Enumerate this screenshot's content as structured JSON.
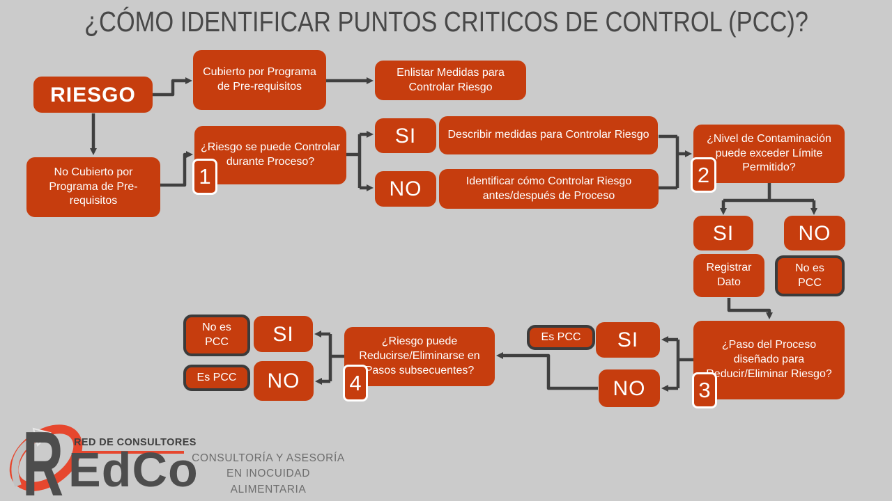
{
  "title": "¿CÓMO IDENTIFICAR PUNTOS CRITICOS DE CONTROL (PCC)?",
  "colors": {
    "box": "#C63D0E",
    "arrow": "#3F3F3F",
    "bg": "#CBCBCB",
    "title": "#484848",
    "outline": "#3B3B3B",
    "logo_orange": "#E6472E",
    "logo_gray": "#4D4D4D",
    "tagline": "#6E6E6E"
  },
  "nodes": {
    "riesgo": "RIESGO",
    "cubierto": "Cubierto por Programa de Pre-requisitos",
    "enlistar": "Enlistar Medidas para Controlar Riesgo",
    "no_cubierto": "No Cubierto por Programa de Pre-requisitos",
    "q1": "¿Riesgo se puede Controlar durante Proceso?",
    "q1_si": "SI",
    "q1_no": "NO",
    "describir": "Describir medidas para Controlar Riesgo",
    "identificar": "Identificar cómo Controlar Riesgo antes/después de Proceso",
    "q2": "¿Nivel de Contaminación puede exceder Límite Permitido?",
    "q2_si": "SI",
    "q2_no": "NO",
    "registrar": "Registrar Dato",
    "q2_no_result": "No es PCC",
    "q3": "¿Paso del Proceso diseñado para Reducir/Eliminar Riesgo?",
    "q3_si": "SI",
    "q3_no": "NO",
    "q3_si_result": "Es PCC",
    "q4": "¿Riesgo puede Reducirse/Eliminarse en Pasos subsecuentes?",
    "q4_si": "SI",
    "q4_no": "NO",
    "q4_si_result": "No es PCC",
    "q4_no_result": "Es PCC"
  },
  "badges": {
    "b1": "1",
    "b2": "2",
    "b3": "3",
    "b4": "4"
  },
  "logo": {
    "mark_letter": "R",
    "brand_top": "RED DE CONSULTORES",
    "brand_bottom": "EdCo",
    "tagline_line1": "CONSULTORÍA Y ASESORÍA",
    "tagline_line2": "EN INOCUIDAD ALIMENTARIA"
  }
}
